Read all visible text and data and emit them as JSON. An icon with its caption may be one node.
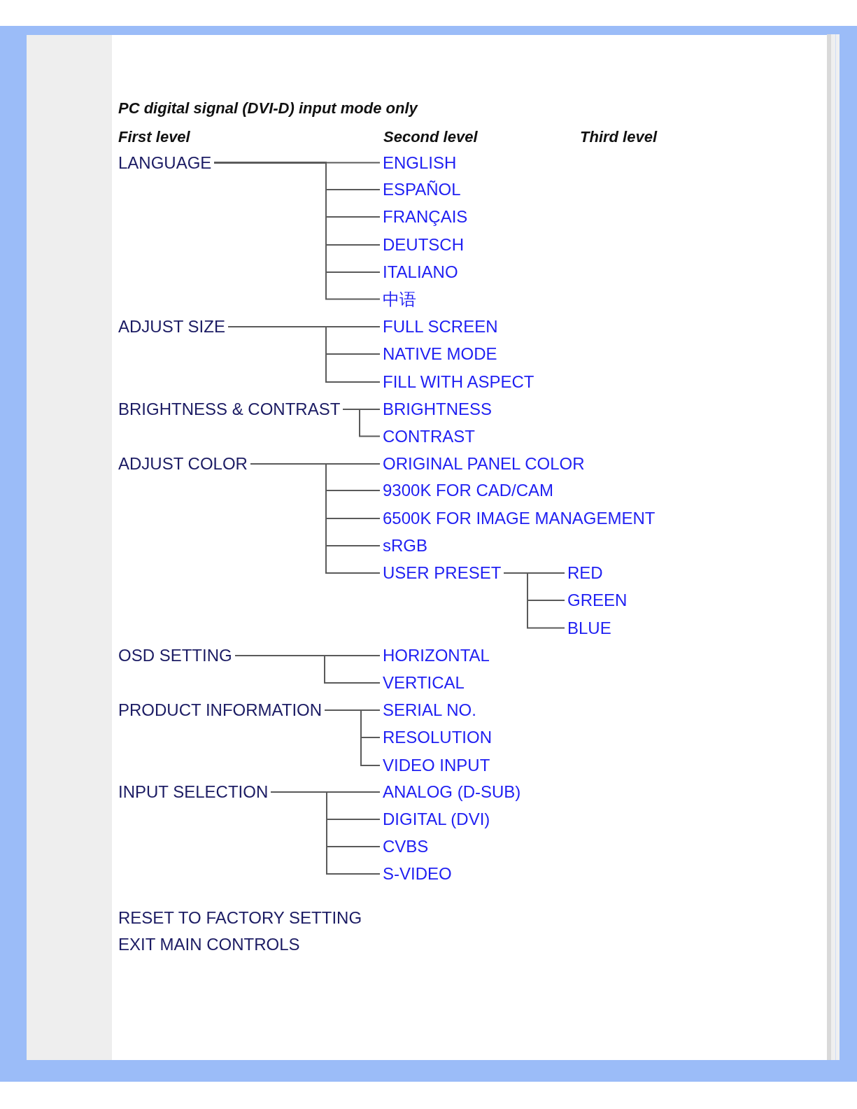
{
  "diagram": {
    "title": "PC digital signal (DVI-D) input mode only",
    "nodes": [
      {
        "text": [
          "LANGUAGE"
        ]
      },
      {
        "text": [
          "ENGLISH"
        ]
      },
      {
        "text": [
          "ESPAÑOL"
        ]
      },
      {
        "text": [
          "FRANÇAIS"
        ]
      },
      {
        "text": [
          "DEUTSCH"
        ]
      },
      {
        "text": [
          "ITALIANO"
        ]
      },
      {
        "text": [
          "中语"
        ]
      },
      {
        "text": [
          "ADJUST SIZE"
        ]
      },
      {
        "text": [
          "FULL SCREEN"
        ]
      },
      {
        "text": [
          "NATIVE MODE"
        ]
      },
      {
        "text": [
          "FILL WITH ASPECT"
        ]
      },
      {
        "text": [
          "BRIGHTNESS & CONTRAST"
        ]
      },
      {
        "text": [
          "BRIGHTNESS"
        ]
      },
      {
        "text": [
          "CONTRAST"
        ]
      },
      {
        "text": [
          "ADJUST COLOR"
        ]
      },
      {
        "text": [
          "ORIGINAL PANEL COLOR"
        ]
      },
      {
        "text": [
          "9300K FOR CAD/CAM"
        ]
      },
      {
        "text": [
          "6500K FOR IMAGE MANAGEMENT"
        ]
      },
      {
        "text": [
          "sRGB"
        ]
      },
      {
        "text": [
          "USER PRESET"
        ]
      },
      {
        "text": [
          "RED"
        ]
      },
      {
        "text": [
          "GREEN"
        ]
      },
      {
        "text": [
          "BLUE"
        ]
      },
      {
        "text": [
          "OSD SETTING"
        ]
      },
      {
        "text": [
          "HORIZONTAL"
        ]
      },
      {
        "text": [
          "VERTICAL"
        ]
      },
      {
        "text": [
          "PRODUCT INFORMATION"
        ]
      },
      {
        "text": [
          "SERIAL NO."
        ]
      },
      {
        "text": [
          "RESOLUTION"
        ]
      },
      {
        "text": [
          "VIDEO INPUT"
        ]
      },
      {
        "text": [
          "INPUT SELECTION"
        ]
      },
      {
        "text": [
          "ANALOG (D-SUB)"
        ]
      },
      {
        "text": [
          "DIGITAL (DVI)"
        ]
      },
      {
        "text": [
          "CVBS"
        ]
      },
      {
        "text": [
          "S-VIDEO"
        ]
      }
    ],
    "edges": [
      {
        "from": 0,
        "to": 1,
        "arrow": "none"
      },
      {
        "from": 0,
        "to": 2,
        "arrow": "none"
      },
      {
        "from": 0,
        "to": 3,
        "arrow": "none"
      },
      {
        "from": 0,
        "to": 4,
        "arrow": "none"
      },
      {
        "from": 0,
        "to": 5,
        "arrow": "none"
      },
      {
        "from": 0,
        "to": 6,
        "arrow": "none"
      },
      {
        "from": 7,
        "to": 8,
        "arrow": "none"
      },
      {
        "from": 7,
        "to": 9,
        "arrow": "none"
      },
      {
        "from": 7,
        "to": 10,
        "arrow": "none"
      },
      {
        "from": 11,
        "to": 12,
        "arrow": "none"
      },
      {
        "from": 11,
        "to": 13,
        "arrow": "none"
      },
      {
        "from": 14,
        "to": 15,
        "arrow": "none"
      },
      {
        "from": 14,
        "to": 16,
        "arrow": "none"
      },
      {
        "from": 14,
        "to": 17,
        "arrow": "none"
      },
      {
        "from": 14,
        "to": 18,
        "arrow": "none"
      },
      {
        "from": 14,
        "to": 19,
        "arrow": "none"
      },
      {
        "from": 19,
        "to": 20,
        "arrow": "none"
      },
      {
        "from": 19,
        "to": 21,
        "arrow": "none"
      },
      {
        "from": 19,
        "to": 22,
        "arrow": "none"
      },
      {
        "from": 23,
        "to": 24,
        "arrow": "none"
      },
      {
        "from": 23,
        "to": 25,
        "arrow": "none"
      },
      {
        "from": 26,
        "to": 27,
        "arrow": "none"
      },
      {
        "from": 26,
        "to": 28,
        "arrow": "none"
      },
      {
        "from": 26,
        "to": 29,
        "arrow": "none"
      },
      {
        "from": 30,
        "to": 31,
        "arrow": "none"
      },
      {
        "from": 30,
        "to": 32,
        "arrow": "none"
      },
      {
        "from": 30,
        "to": 33,
        "arrow": "none"
      },
      {
        "from": 30,
        "to": 34,
        "arrow": "none"
      }
    ],
    "labels": [
      "First level",
      "Second level",
      "Third level",
      "RESET TO FACTORY SETTING",
      "EXIT MAIN CONTROLS"
    ]
  }
}
